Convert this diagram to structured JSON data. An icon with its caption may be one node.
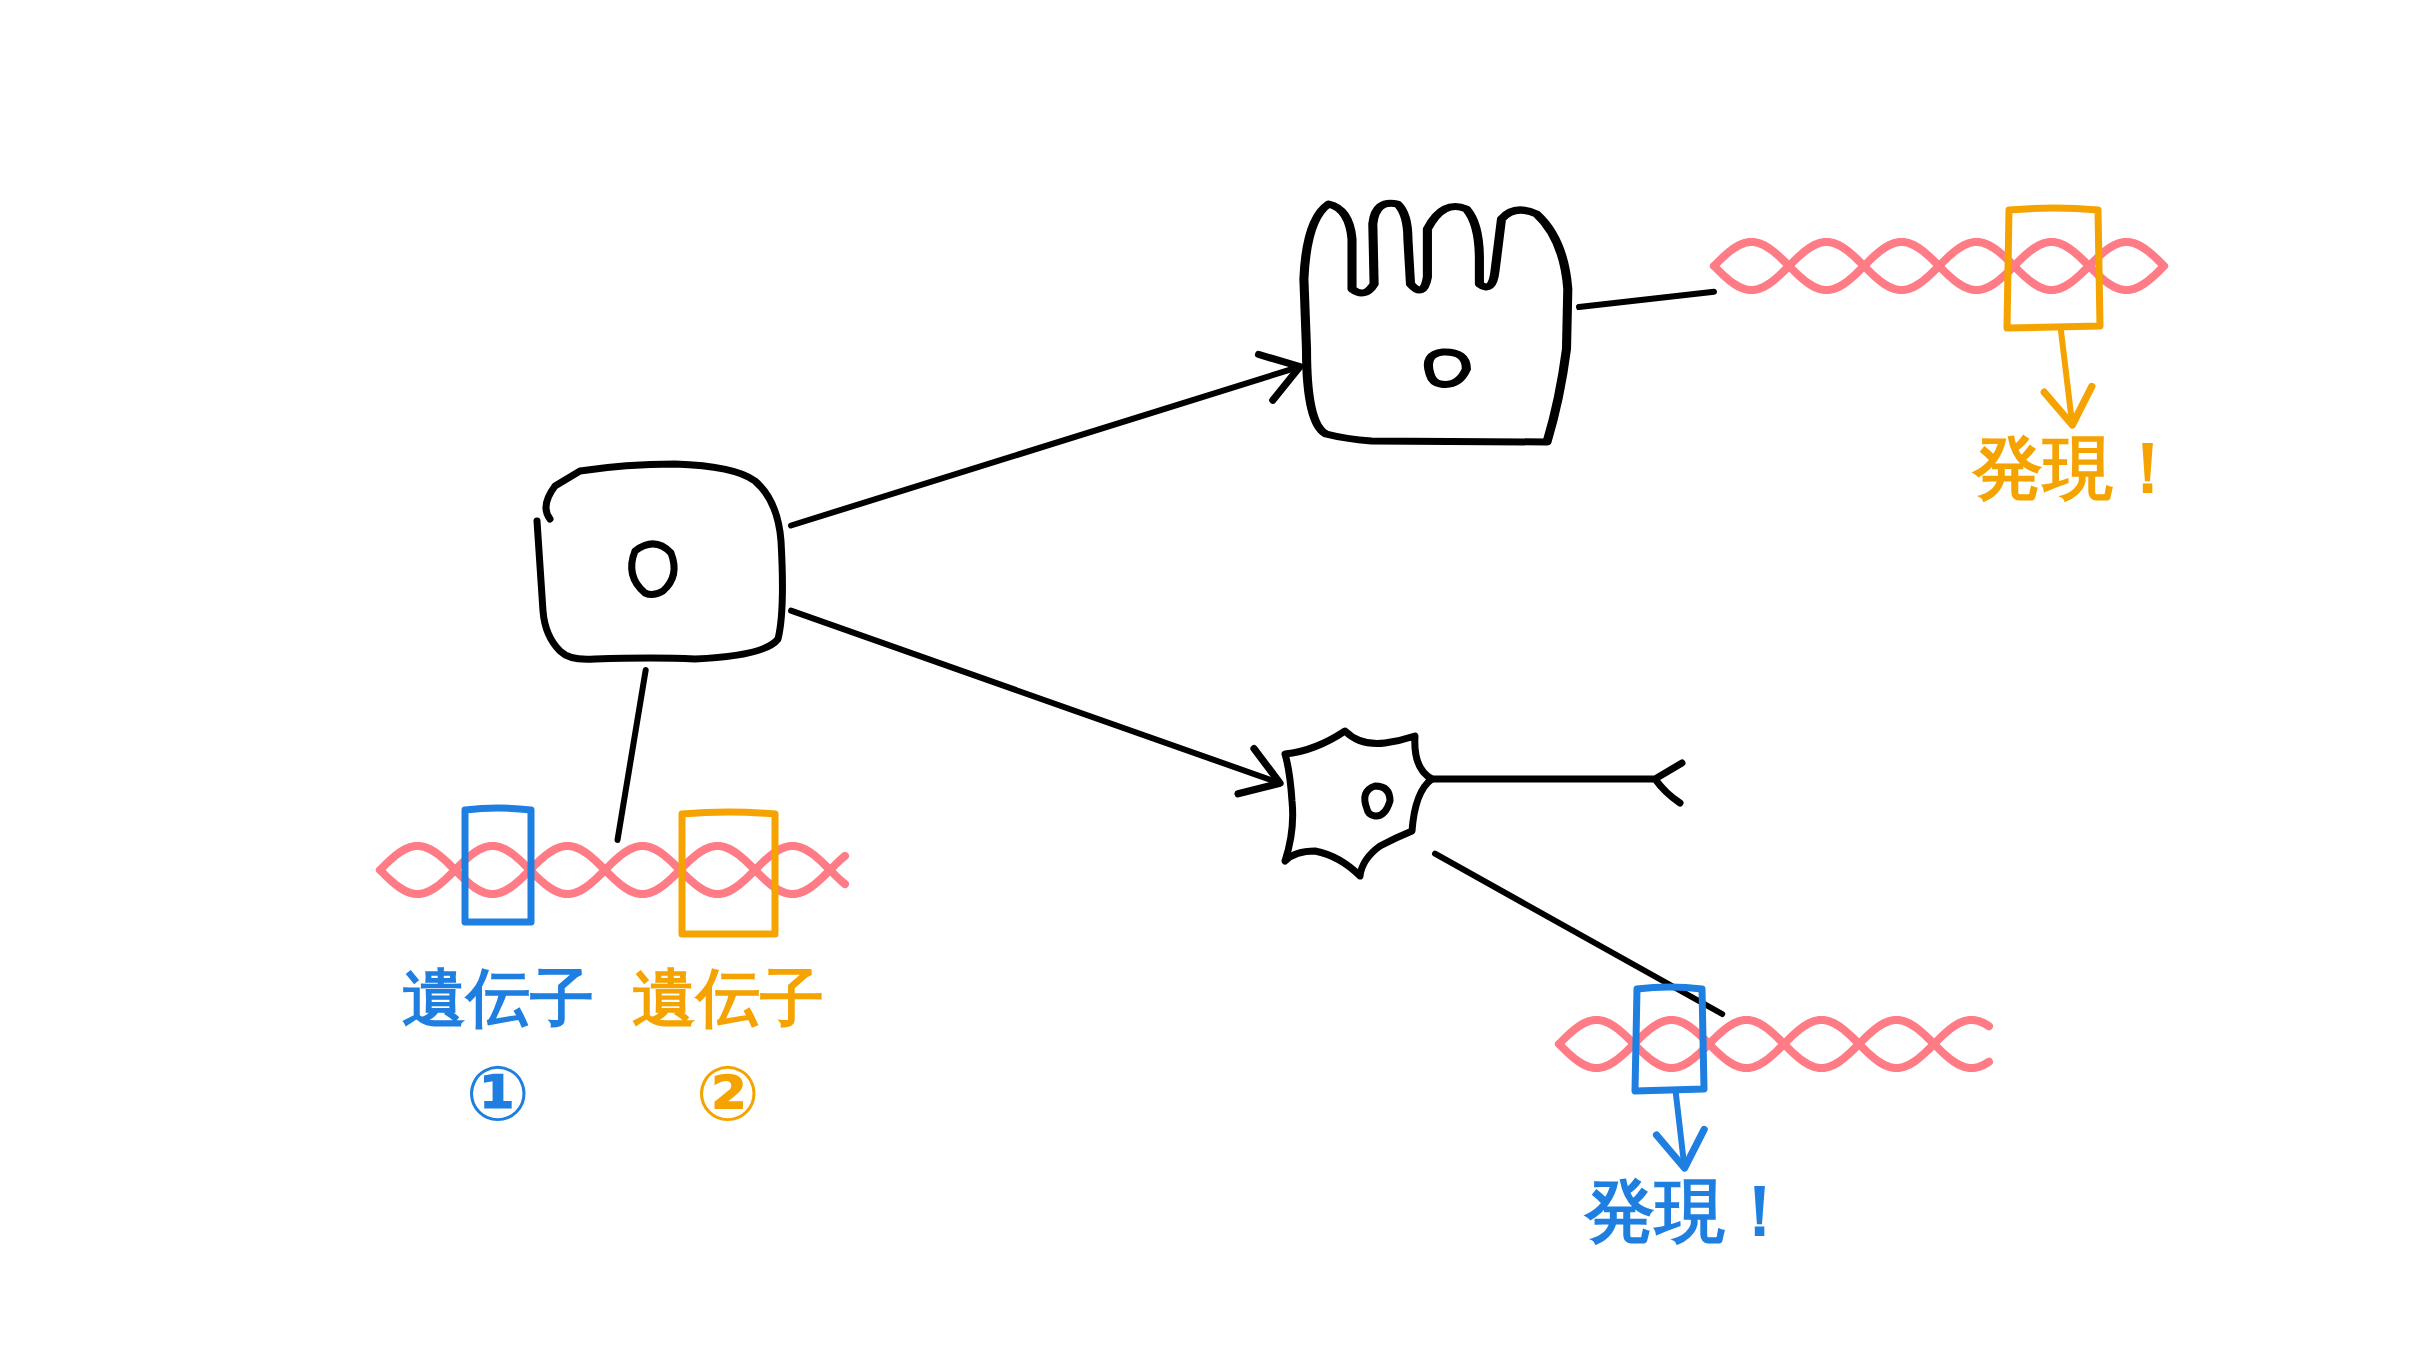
{
  "diagram": {
    "nodes": [
      {
        "text": [],
        "shape": "box"
      },
      {
        "text": [],
        "shape": "picture"
      },
      {
        "text": [
          "遺伝子",
          "①"
        ]
      },
      {
        "text": [
          "遺伝子",
          "②"
        ]
      },
      {
        "text": [],
        "shape": "picture"
      },
      {
        "text": [],
        "shape": "picture"
      },
      {
        "text": [],
        "shape": "box"
      },
      {
        "text": [
          "発現！"
        ]
      },
      {
        "text": [],
        "shape": "picture"
      },
      {
        "text": [],
        "shape": "picture"
      },
      {
        "text": [],
        "shape": "box"
      },
      {
        "text": [
          "発現！"
        ]
      }
    ],
    "edges": [
      {
        "from": 0,
        "to": 1,
        "arrow": "none"
      },
      {
        "from": 0,
        "to": 4,
        "arrow": "to"
      },
      {
        "from": 0,
        "to": 8,
        "arrow": "to"
      },
      {
        "from": 4,
        "to": 5,
        "arrow": "none"
      },
      {
        "from": 6,
        "to": 7,
        "arrow": "to",
        "color": "#f5a300"
      },
      {
        "from": 8,
        "to": 9,
        "arrow": "none"
      },
      {
        "from": 10,
        "to": 11,
        "arrow": "to",
        "color": "#1e7fe0"
      }
    ]
  }
}
